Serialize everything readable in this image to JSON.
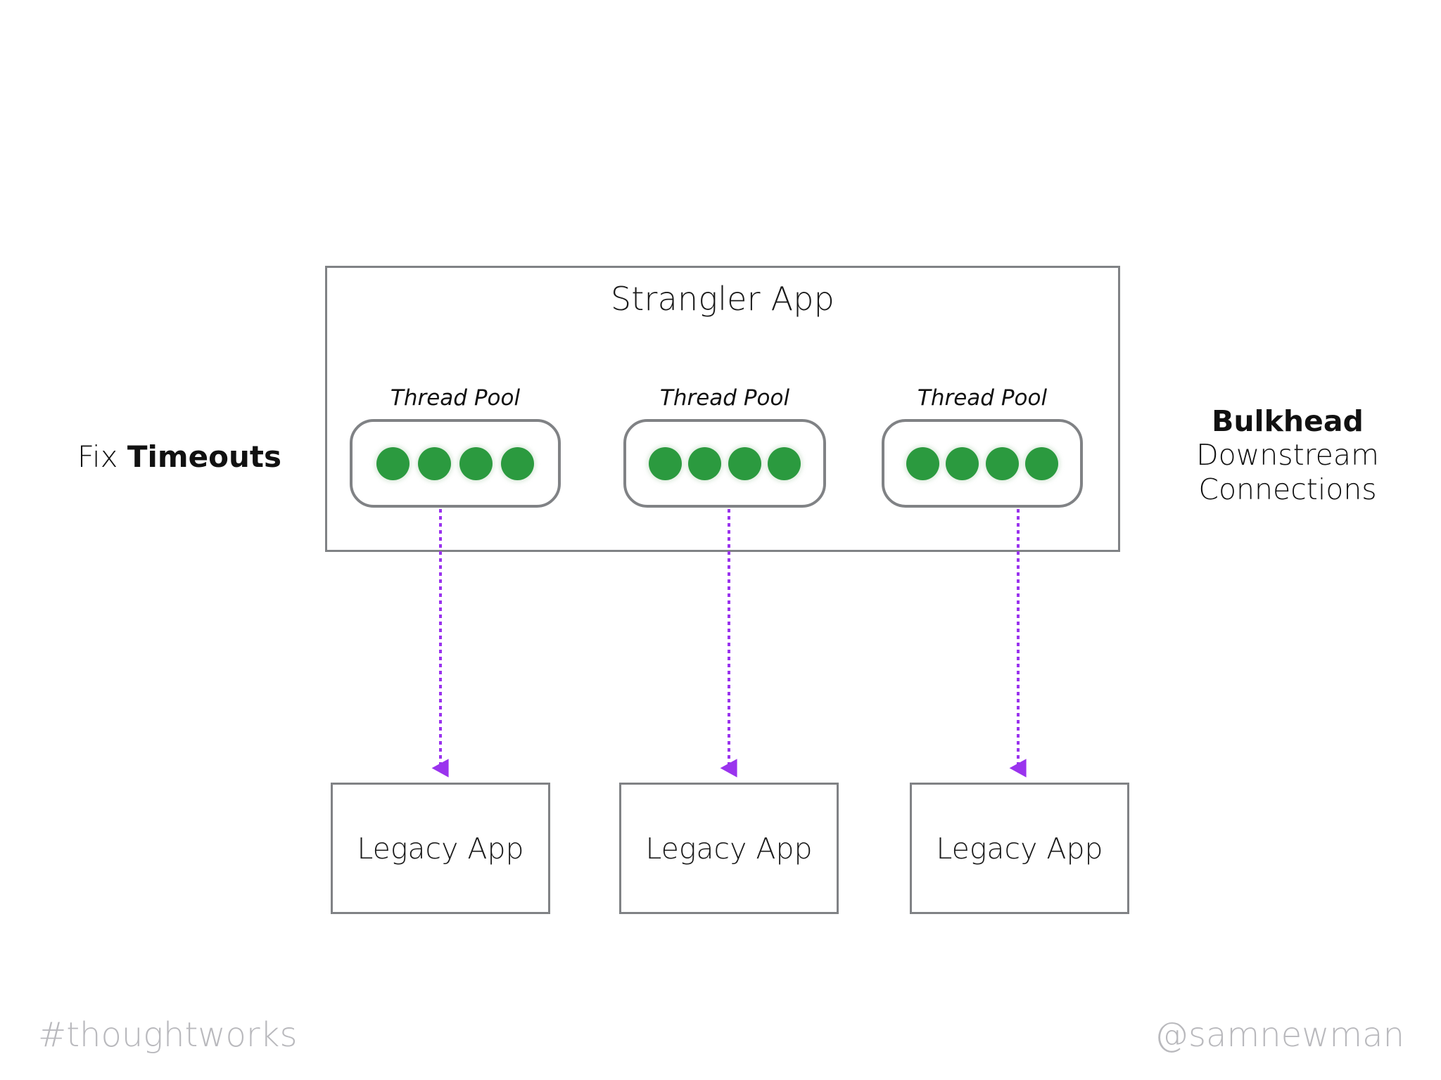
{
  "slide": {
    "background_color": "#ffffff",
    "container": {
      "title": "Strangler App",
      "border_color": "#808285"
    },
    "thread_pools": [
      {
        "label": "Thread Pool",
        "thread_count": 4
      },
      {
        "label": "Thread Pool",
        "thread_count": 4
      },
      {
        "label": "Thread Pool",
        "thread_count": 4
      }
    ],
    "thread_color": "#2b9a3f",
    "connectors": {
      "style": "dashed-arrow-down",
      "color": "#9a33ee",
      "count": 3
    },
    "legacy_apps": [
      {
        "label": "Legacy App"
      },
      {
        "label": "Legacy App"
      },
      {
        "label": "Legacy App"
      }
    ],
    "annotation_left": {
      "regular": "Fix ",
      "bold": "Timeouts"
    },
    "annotation_right": {
      "bold": "Bulkhead",
      "line2": "Downstream",
      "line3": "Connections"
    },
    "footer": {
      "left": "#thoughtworks",
      "right": "@samnewman",
      "color": "#b9b9bd"
    }
  }
}
